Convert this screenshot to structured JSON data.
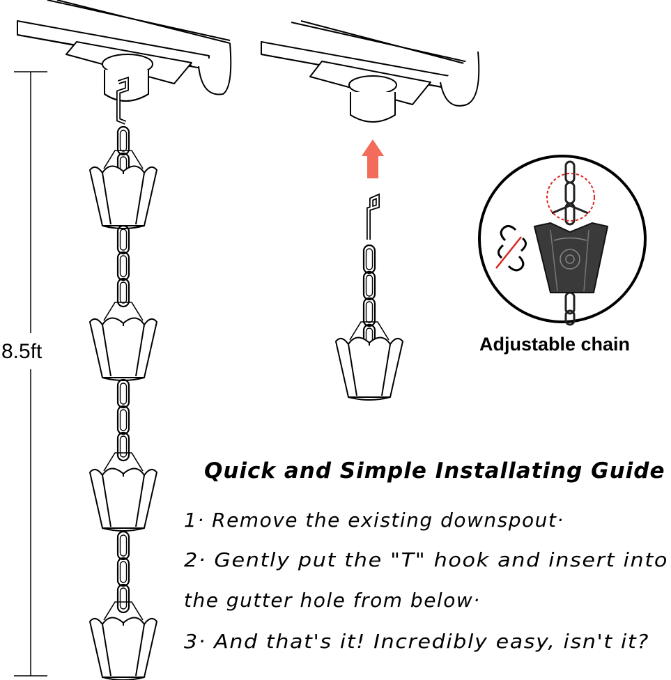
{
  "dimension": {
    "length_label": "8.5ft"
  },
  "callout": {
    "label": "Adjustable chain"
  },
  "guide": {
    "title": "Quick and Simple Installating Guide",
    "steps": [
      "1· Remove the existing downspout·",
      "2· Gently put the \"T\" hook and insert into",
      "the gutter hole from below·",
      "3· And that's it! Incredibly easy, isn't it?"
    ]
  },
  "colors": {
    "arrow": "#f26b5b",
    "line": "#000000",
    "cup_dark": "#3a3a3a",
    "red_dash": "#d7261e"
  },
  "icons": [
    "gutter-outlet",
    "s-hook",
    "chain",
    "rain-cup",
    "up-arrow",
    "broken-link-icon"
  ]
}
